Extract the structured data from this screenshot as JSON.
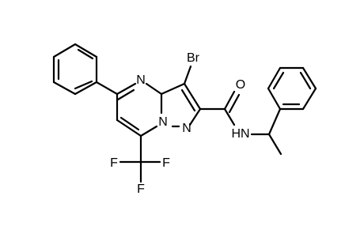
{
  "atom_labels": {
    "br": "Br",
    "n_ring_top": "N",
    "n_bridge": "N",
    "n_pyrazole": "N",
    "o": "O",
    "nh": "HN",
    "f_left": "F",
    "f_right": "F",
    "f_bottom": "F"
  },
  "colors": {
    "bonds": "#000000",
    "labels": "#000000",
    "background": "#ffffff"
  }
}
